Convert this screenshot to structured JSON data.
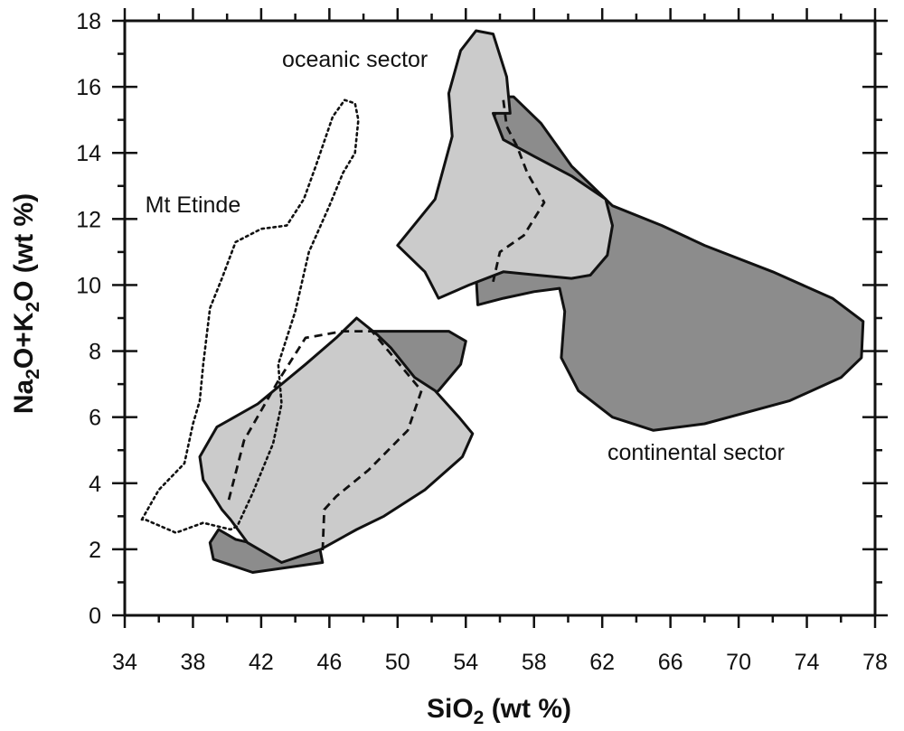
{
  "chart_data": {
    "type": "area",
    "xlabel": {
      "main": "SiO",
      "sub": "2",
      "tail": " (wt %)"
    },
    "ylabel": [
      {
        "text": "Na",
        "sub": false
      },
      {
        "text": "2",
        "sub": true
      },
      {
        "text": "O+K",
        "sub": false
      },
      {
        "text": "2",
        "sub": true
      },
      {
        "text": "O ",
        "sub": false
      },
      {
        "text": "(wt %)",
        "sub": false
      }
    ],
    "xlim": [
      34,
      78
    ],
    "ylim": [
      0,
      18
    ],
    "xticks": [
      34,
      38,
      42,
      46,
      50,
      54,
      58,
      62,
      66,
      70,
      74,
      78
    ],
    "yticks": [
      0,
      2,
      4,
      6,
      8,
      10,
      12,
      14,
      16,
      18
    ],
    "x_minor_step": 2,
    "y_minor_step": 1,
    "grid": false,
    "colors": {
      "continental": "#8c8c8c",
      "oceanic": "#cbcbcb",
      "outline": "#111111"
    },
    "annotations": [
      {
        "text": "oceanic sector",
        "x": 47.5,
        "y": 16.6
      },
      {
        "text": "Mt Etinde",
        "x": 38.0,
        "y": 12.2
      },
      {
        "text": "continental sector",
        "x": 67.5,
        "y": 4.7
      }
    ],
    "series": [
      {
        "role": "continental-low",
        "style": "filled-dark",
        "points": [
          [
            39.5,
            2.6
          ],
          [
            40.5,
            2.3
          ],
          [
            43,
            2.0
          ],
          [
            46,
            3.7
          ],
          [
            48.5,
            8.6
          ],
          [
            53,
            8.6
          ],
          [
            54,
            8.3
          ],
          [
            53.7,
            7.6
          ],
          [
            52.4,
            6.8
          ],
          [
            49,
            5.7
          ],
          [
            45,
            3.2
          ],
          [
            45.6,
            1.6
          ],
          [
            41.5,
            1.3
          ],
          [
            39.2,
            1.7
          ],
          [
            39.0,
            2.2
          ]
        ]
      },
      {
        "role": "continental-high",
        "style": "filled-dark",
        "points": [
          [
            55.5,
            14.8
          ],
          [
            56,
            15.7
          ],
          [
            56.8,
            15.7
          ],
          [
            58.4,
            14.9
          ],
          [
            60.2,
            13.6
          ],
          [
            62.6,
            12.4
          ],
          [
            65.5,
            11.8
          ],
          [
            68,
            11.2
          ],
          [
            72,
            10.4
          ],
          [
            75.5,
            9.6
          ],
          [
            77.3,
            8.9
          ],
          [
            77.2,
            7.8
          ],
          [
            76,
            7.2
          ],
          [
            73,
            6.5
          ],
          [
            68,
            5.8
          ],
          [
            65,
            5.6
          ],
          [
            62.6,
            6.0
          ],
          [
            60.6,
            6.8
          ],
          [
            59.6,
            7.8
          ],
          [
            59.8,
            9.2
          ],
          [
            59.5,
            9.9
          ],
          [
            58,
            9.8
          ],
          [
            56.2,
            9.6
          ],
          [
            54.7,
            9.4
          ],
          [
            54.6,
            10.3
          ],
          [
            55.1,
            12.5
          ],
          [
            55.3,
            14.2
          ]
        ]
      },
      {
        "role": "oceanic-low",
        "style": "filled-light",
        "points": [
          [
            39.7,
            3.2
          ],
          [
            38.6,
            4.1
          ],
          [
            38.4,
            4.8
          ],
          [
            39.4,
            5.7
          ],
          [
            41.8,
            6.4
          ],
          [
            44.6,
            7.6
          ],
          [
            46.4,
            8.4
          ],
          [
            47.6,
            9.0
          ],
          [
            48.8,
            8.5
          ],
          [
            49.6,
            8.1
          ],
          [
            51,
            7.2
          ],
          [
            52.2,
            6.8
          ],
          [
            53.6,
            6.0
          ],
          [
            54.4,
            5.5
          ],
          [
            53.8,
            4.8
          ],
          [
            51.6,
            3.8
          ],
          [
            49.2,
            3.0
          ],
          [
            47.6,
            2.6
          ],
          [
            45.5,
            2.0
          ],
          [
            43.2,
            1.6
          ],
          [
            41.2,
            2.2
          ],
          [
            40.2,
            2.9
          ]
        ]
      },
      {
        "role": "oceanic-high",
        "style": "filled-light",
        "points": [
          [
            50.0,
            11.2
          ],
          [
            52.2,
            12.6
          ],
          [
            53.2,
            14.5
          ],
          [
            53.0,
            15.8
          ],
          [
            53.7,
            17.1
          ],
          [
            54.6,
            17.7
          ],
          [
            55.6,
            17.6
          ],
          [
            56.4,
            16.3
          ],
          [
            56.6,
            15.2
          ],
          [
            55.6,
            15.2
          ],
          [
            56.2,
            14.4
          ],
          [
            58.0,
            13.9
          ],
          [
            60.2,
            13.3
          ],
          [
            62.2,
            12.6
          ],
          [
            62.6,
            11.8
          ],
          [
            62.3,
            10.9
          ],
          [
            61.3,
            10.3
          ],
          [
            60.2,
            10.2
          ],
          [
            58.2,
            10.3
          ],
          [
            56.2,
            10.4
          ],
          [
            54.2,
            10.0
          ],
          [
            52.4,
            9.6
          ],
          [
            51.8,
            10.2
          ],
          [
            51.6,
            10.4
          ]
        ]
      },
      {
        "role": "etinde",
        "style": "dotted",
        "closed": true,
        "points": [
          [
            35.0,
            2.9
          ],
          [
            36.0,
            3.8
          ],
          [
            37.5,
            4.6
          ],
          [
            38.0,
            5.8
          ],
          [
            38.4,
            6.5
          ],
          [
            38.6,
            7.6
          ],
          [
            39.0,
            9.3
          ],
          [
            39.7,
            10.2
          ],
          [
            40.5,
            11.3
          ],
          [
            42.0,
            11.7
          ],
          [
            43.5,
            11.8
          ],
          [
            44.5,
            12.6
          ],
          [
            45.2,
            13.6
          ],
          [
            46.2,
            15.1
          ],
          [
            46.9,
            15.6
          ],
          [
            47.5,
            15.5
          ],
          [
            47.7,
            15.0
          ],
          [
            47.5,
            14.0
          ],
          [
            46.8,
            13.4
          ],
          [
            46.0,
            12.4
          ],
          [
            44.8,
            11.0
          ],
          [
            44.0,
            9.2
          ],
          [
            43.0,
            7.6
          ],
          [
            43.2,
            6.4
          ],
          [
            42.7,
            5.2
          ],
          [
            41.5,
            3.7
          ],
          [
            40.6,
            2.7
          ],
          [
            40.2,
            2.6
          ],
          [
            38.6,
            2.8
          ],
          [
            37.0,
            2.5
          ],
          [
            35.2,
            2.9
          ]
        ]
      },
      {
        "role": "oceanic-boundary-low",
        "style": "dashed",
        "closed": false,
        "points": [
          [
            40.1,
            3.5
          ],
          [
            41.0,
            5.3
          ],
          [
            43.0,
            7.1
          ],
          [
            44.6,
            8.4
          ],
          [
            46.8,
            8.6
          ],
          [
            48.5,
            8.6
          ],
          [
            51.4,
            6.8
          ],
          [
            50.6,
            5.6
          ],
          [
            48.3,
            4.4
          ],
          [
            46.4,
            3.6
          ],
          [
            45.7,
            3.2
          ],
          [
            45.6,
            1.9
          ]
        ]
      },
      {
        "role": "oceanic-boundary-high",
        "style": "dashed",
        "closed": false,
        "points": [
          [
            56.2,
            15.6
          ],
          [
            56.4,
            14.8
          ],
          [
            57.0,
            14.2
          ],
          [
            57.6,
            13.4
          ],
          [
            58.6,
            12.5
          ],
          [
            57.4,
            11.5
          ],
          [
            56.0,
            11.0
          ],
          [
            55.6,
            10.1
          ]
        ]
      }
    ]
  }
}
